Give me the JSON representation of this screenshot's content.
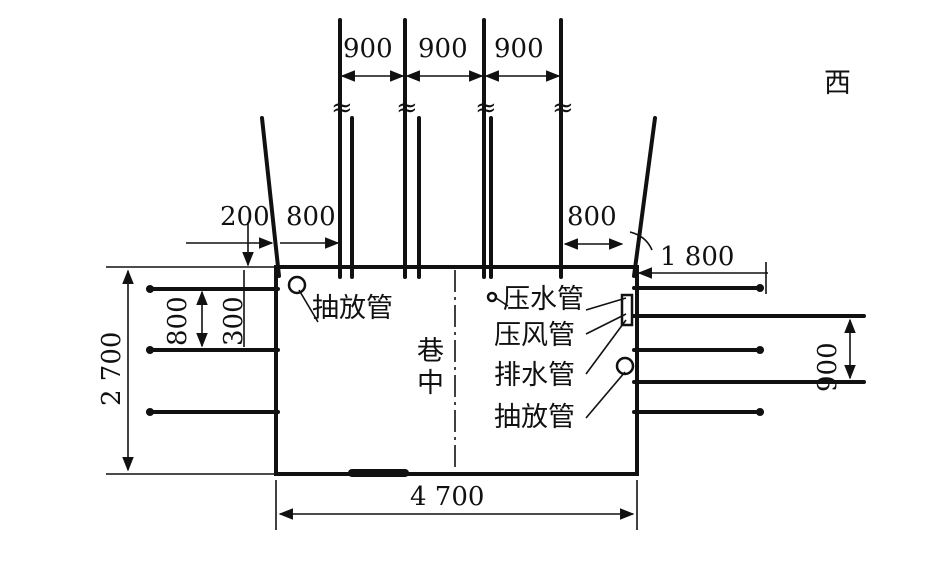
{
  "direction_label": "西",
  "dimensions": {
    "top_spacing": [
      "900",
      "900",
      "900"
    ],
    "left_offset": "200",
    "left_spacing": "800",
    "right_spacing": "800",
    "right_extent": "1 800",
    "left_row_spacing": "800",
    "left_first_row": "300",
    "height": "2 700",
    "width": "4 700",
    "right_row_spacing": "900"
  },
  "labels": {
    "center_line_top": "巷",
    "center_line_bottom": "中",
    "left_pipe": "抽放管",
    "right_pipes": [
      "压水管",
      "压风管",
      "排水管",
      "抽放管"
    ]
  }
}
